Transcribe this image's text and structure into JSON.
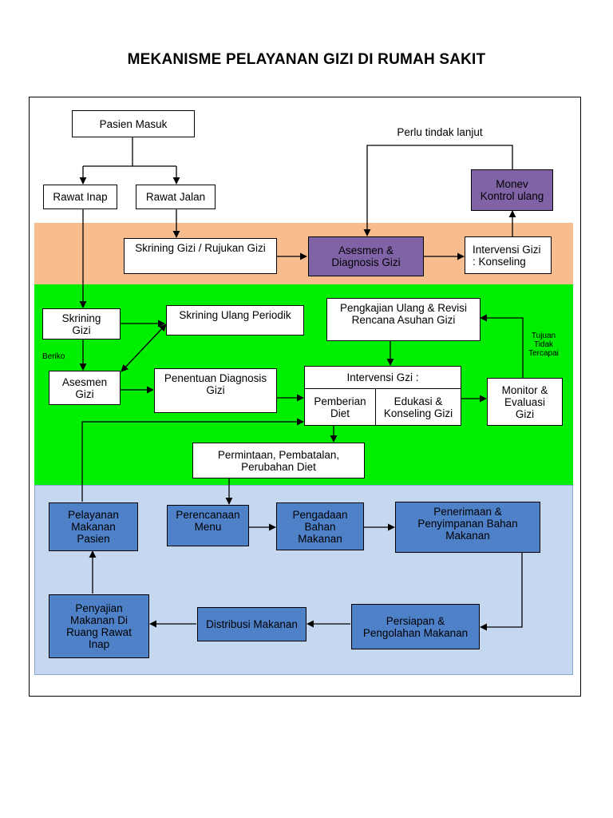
{
  "title": "MEKANISME PELAYANAN GIZI DI RUMAH SAKIT",
  "colors": {
    "band_orange": "#f8bd8f",
    "band_green": "#00ee00",
    "band_blue": "#c6d8ef",
    "node_purple": "#7f63a6",
    "node_blue": "#4f81c9"
  },
  "nodes": {
    "pasien_masuk": "Pasien Masuk",
    "rawat_inap": "Rawat Inap",
    "rawat_jalan": "Rawat Jalan",
    "monev": "Monev\nKontrol ulang",
    "skrining_rujukan": "Skrining Gizi / Rujukan Gizi",
    "asesmen_diagnosis": "Asesmen &\nDiagnosis Gizi",
    "intervensi_konseling": "Intervensi Gizi\n:  Konseling",
    "skrining_gizi": "Skrining\nGizi",
    "skrining_ulang": "Skrining Ulang Periodik",
    "pengkajian_ulang": "Pengkajian Ulang & Revisi\nRencana Asuhan Gizi",
    "asesmen_gizi": "Asesmen\nGizi",
    "penentuan_diagnosis": "Penentuan Diagnosis\nGizi",
    "intervensi_gzi": "Intervensi Gzi :",
    "pemberian_diet": "Pemberian\nDiet",
    "edukasi_konseling": "Edukasi  &\nKonseling Gizi",
    "monitor_evaluasi": "Monitor &\nEvaluasi\nGizi",
    "permintaan": "Permintaan, Pembatalan,\nPerubahan Diet",
    "pelayanan_makanan": "Pelayanan\nMakanan\nPasien",
    "perencanaan_menu": "Perencanaan\nMenu",
    "pengadaan_bahan": "Pengadaan\nBahan\nMakanan",
    "penerimaan_penyimpanan": "Penerimaan &\nPenyimpanan Bahan\nMakanan",
    "penyajian_makanan": "Penyajian\nMakanan Di\nRuang Rawat\nInap",
    "distribusi_makanan": "Distribusi Makanan",
    "persiapan_pengolahan": "Persiapan &\nPengolahan Makanan"
  },
  "labels": {
    "perlu_tindak_lanjut": "Perlu tindak lanjut",
    "beriko": "Beriko",
    "tujuan_tidak_tercapai": "Tujuan\nTidak\nTercapai"
  }
}
